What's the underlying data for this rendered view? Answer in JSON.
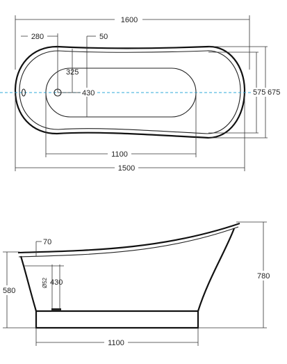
{
  "top_view": {
    "overall_length": "1600",
    "base_length": "1500",
    "inner_length": "1100",
    "drain_offset": "280",
    "tap_offset": "50",
    "drain_distance": "325",
    "depth_inner": "430",
    "width_inner": "575",
    "width_overall": "675"
  },
  "side_view": {
    "rim_offset": "70",
    "drain_pipe": "Ø52",
    "depth": "430",
    "left_height": "580",
    "overall_height": "780",
    "base_length": "1100"
  },
  "colors": {
    "outline": "#111111",
    "centerline": "#2fa8d8"
  }
}
